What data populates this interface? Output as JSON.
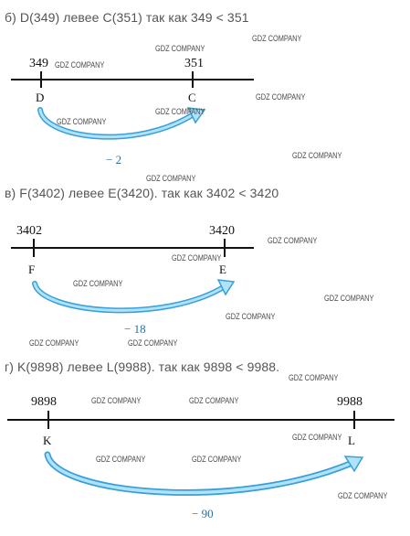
{
  "sections": [
    {
      "heading": "б) D(349) левее C(351)  так как 349 < 351",
      "left_value": "349",
      "right_value": "351",
      "left_label": "D",
      "right_label": "C",
      "difference": "− 2"
    },
    {
      "heading": "в) F(3402) левее E(3420). так как 3402 < 3420",
      "left_value": "3402",
      "right_value": "3420",
      "left_label": "F",
      "right_label": "E",
      "difference": "− 18"
    },
    {
      "heading": "г) K(9898) левее L(9988). так как 9898 < 9988.",
      "left_value": "9898",
      "right_value": "9988",
      "left_label": "K",
      "right_label": "L",
      "difference": "− 90"
    }
  ],
  "watermark": "GDZ COMPANY",
  "colors": {
    "arrow_light": "#aee3fb",
    "arrow_dark": "#3b9fd6",
    "heading_text": "#555555",
    "difference_text": "#2b6ea3"
  }
}
